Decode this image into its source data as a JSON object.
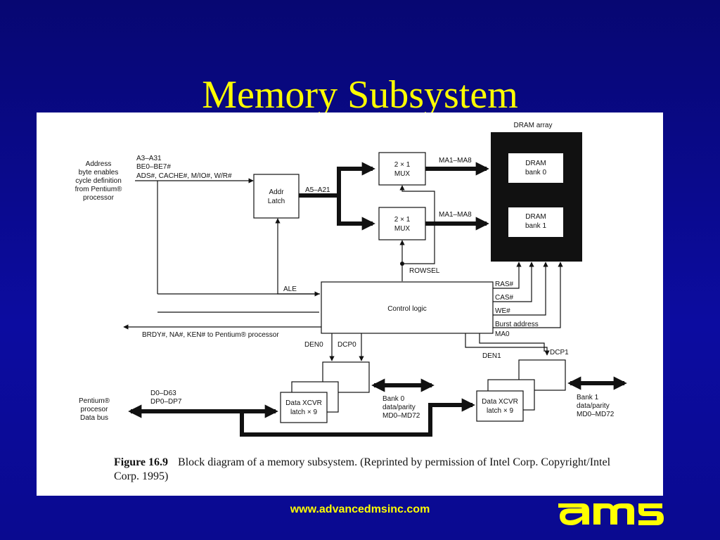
{
  "slide": {
    "title": "Memory Subsystem",
    "footer_url": "www.advancedmsinc.com",
    "logo_text": "ams"
  },
  "diagram": {
    "dram_array_label": "DRAM array",
    "dram_bank0": [
      "DRAM",
      "bank 0"
    ],
    "dram_bank1": [
      "DRAM",
      "bank 1"
    ],
    "mux_top": [
      "2 × 1",
      "MUX"
    ],
    "mux_bottom": [
      "2 × 1",
      "MUX"
    ],
    "addr_latch": [
      "Addr",
      "Latch"
    ],
    "control_logic": "Control logic",
    "xcvr0": [
      "Data XCVR",
      "latch × 9"
    ],
    "xcvr1": [
      "Data XCVR",
      "latch × 9"
    ],
    "source_label": [
      "Address",
      "byte enables",
      "cycle definition",
      "from Pentium®",
      "processor"
    ],
    "input_signals": [
      "A3–A31",
      "BE0–BE7#",
      "ADS#, CACHE#, M/IO#, W/R#"
    ],
    "a5_a21": "A5–A21",
    "ma_top": "MA1–MA8",
    "ma_bottom": "MA1–MA8",
    "rowsel": "ROWSEL",
    "ale": "ALE",
    "ras": "RAS#",
    "cas": "CAS#",
    "we": "WE#",
    "burst": "Burst address",
    "ma0": "MA0",
    "brdy": "BRDY#, NA#, KEN# to Pentium® processor",
    "den0": "DEN0",
    "dcp0": "DCP0",
    "den1": "DEN1",
    "dcp1": "DCP1",
    "pentium_bus": [
      "Pentium®",
      "procesor",
      "Data bus"
    ],
    "data_signals": [
      "D0–D63",
      "DP0–DP7"
    ],
    "bank0_data": [
      "Bank 0",
      "data/parity",
      "MD0–MD72"
    ],
    "bank1_data": [
      "Bank 1",
      "data/parity",
      "MD0–MD72"
    ]
  },
  "caption": {
    "figure_label": "Figure 16.9",
    "text": "Block diagram of a memory subsystem. (Reprinted by permission of Intel Corp. Copyright/Intel Corp. 1995)"
  },
  "colors": {
    "background": "#0a0a8c",
    "title": "#ffff00",
    "footer": "#ffff00"
  }
}
